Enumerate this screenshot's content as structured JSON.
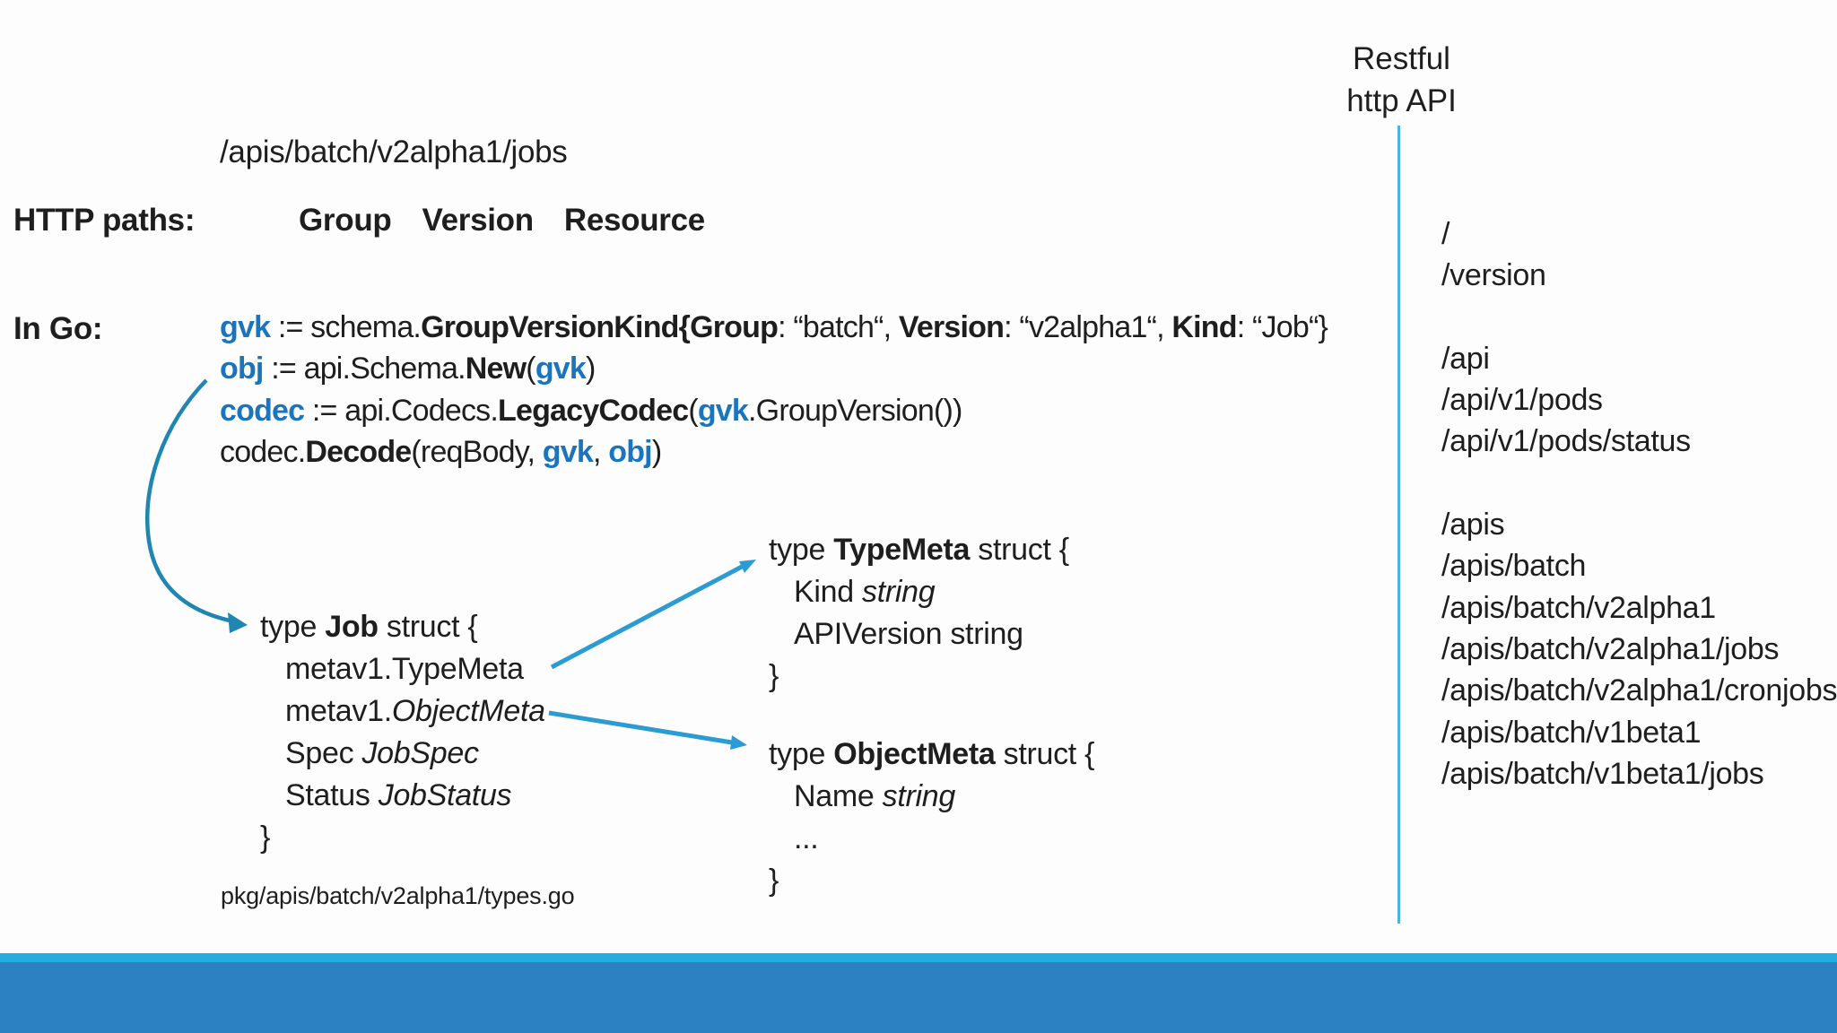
{
  "slide": {
    "top_path": "/apis/batch/v2alpha1/jobs",
    "http_paths_label": "HTTP paths:",
    "gvr_header": [
      {
        "t": "Group",
        "b": 1
      },
      {
        "t": "Version",
        "b": 1
      },
      {
        "t": "Resource",
        "b": 1
      }
    ],
    "in_go_label": "In Go:",
    "code_lines": [
      {
        "seg": [
          {
            "t": "gvk",
            "blue": 1
          },
          {
            "t": " := schema."
          },
          {
            "t": "GroupVersionKind{Group",
            "b": 1
          },
          {
            "t": ": “batch“, "
          },
          {
            "t": "Version",
            "b": 1
          },
          {
            "t": ": “v2alpha1“, "
          },
          {
            "t": "Kind",
            "b": 1
          },
          {
            "t": ": “Job“}"
          }
        ]
      },
      {
        "seg": [
          {
            "t": "obj",
            "blue": 1
          },
          {
            "t": " := api.Schema."
          },
          {
            "t": "New",
            "b": 1
          },
          {
            "t": "("
          },
          {
            "t": "gvk",
            "blue": 1
          },
          {
            "t": ")"
          }
        ]
      },
      {
        "seg": [
          {
            "t": "codec",
            "blue": 1
          },
          {
            "t": " := api.Codecs."
          },
          {
            "t": "LegacyCodec",
            "b": 1
          },
          {
            "t": "("
          },
          {
            "t": "gvk",
            "blue": 1
          },
          {
            "t": ".GroupVersion())"
          }
        ]
      },
      {
        "seg": [
          {
            "t": "codec."
          },
          {
            "t": "Decode",
            "b": 1
          },
          {
            "t": "(reqBody, "
          },
          {
            "t": "gvk",
            "blue": 1
          },
          {
            "t": ", "
          },
          {
            "t": "obj",
            "blue": 1
          },
          {
            "t": ")"
          }
        ]
      }
    ],
    "job_struct": [
      {
        "seg": [
          {
            "t": "type "
          },
          {
            "t": "Job",
            "b": 1
          },
          {
            "t": " struct {"
          }
        ]
      },
      {
        "indent": 1,
        "seg": [
          {
            "t": "metav1.TypeMeta"
          }
        ]
      },
      {
        "indent": 1,
        "seg": [
          {
            "t": "metav1."
          },
          {
            "t": "ObjectMeta",
            "i": 1
          }
        ]
      },
      {
        "indent": 1,
        "seg": [
          {
            "t": "Spec "
          },
          {
            "t": "JobSpec",
            "i": 1
          }
        ]
      },
      {
        "indent": 1,
        "seg": [
          {
            "t": "Status "
          },
          {
            "t": "JobStatus",
            "i": 1
          }
        ]
      },
      {
        "seg": [
          {
            "t": "}"
          }
        ]
      }
    ],
    "typemeta_struct": [
      {
        "seg": [
          {
            "t": "type "
          },
          {
            "t": "TypeMeta",
            "b": 1
          },
          {
            "t": " struct {"
          }
        ]
      },
      {
        "indent": 1,
        "seg": [
          {
            "t": "Kind "
          },
          {
            "t": "string",
            "i": 1
          }
        ]
      },
      {
        "indent": 1,
        "seg": [
          {
            "t": "APIVersion string"
          }
        ]
      },
      {
        "seg": [
          {
            "t": "}"
          }
        ]
      }
    ],
    "objectmeta_struct": [
      {
        "seg": [
          {
            "t": "type "
          },
          {
            "t": "ObjectMeta",
            "b": 1
          },
          {
            "t": " struct {"
          }
        ]
      },
      {
        "indent": 1,
        "seg": [
          {
            "t": "Name "
          },
          {
            "t": "string",
            "i": 1
          }
        ]
      },
      {
        "indent": 1,
        "seg": [
          {
            "t": "..."
          }
        ]
      },
      {
        "seg": [
          {
            "t": "}"
          }
        ]
      }
    ],
    "pkg_caption": "pkg/apis/batch/v2alpha1/types.go",
    "right_header_line1": "Restful",
    "right_header_line2": "http API",
    "api_paths": [
      "/",
      "/version",
      "",
      "/api",
      "/api/v1/pods",
      "/api/v1/pods/status",
      "",
      "/apis",
      "/apis/batch",
      "/apis/batch/v2alpha1",
      "/apis/batch/v2alpha1/jobs",
      "/apis/batch/v2alpha1/cronjobs",
      "/apis/batch/v1beta1",
      "/apis/batch/v1beta1/jobs"
    ],
    "colors": {
      "text": "#1e1e1e",
      "code_identifier_blue": "#1b74be",
      "straight_arrow_blue": "#2b9cd3",
      "curved_arrow_blue": "#1f86b2",
      "divider_blue": "#4ab5e3",
      "bottom_strip_blue": "#27ace2",
      "bottom_bar_blue": "#2b81c1",
      "background": "#fdfdfd"
    }
  }
}
